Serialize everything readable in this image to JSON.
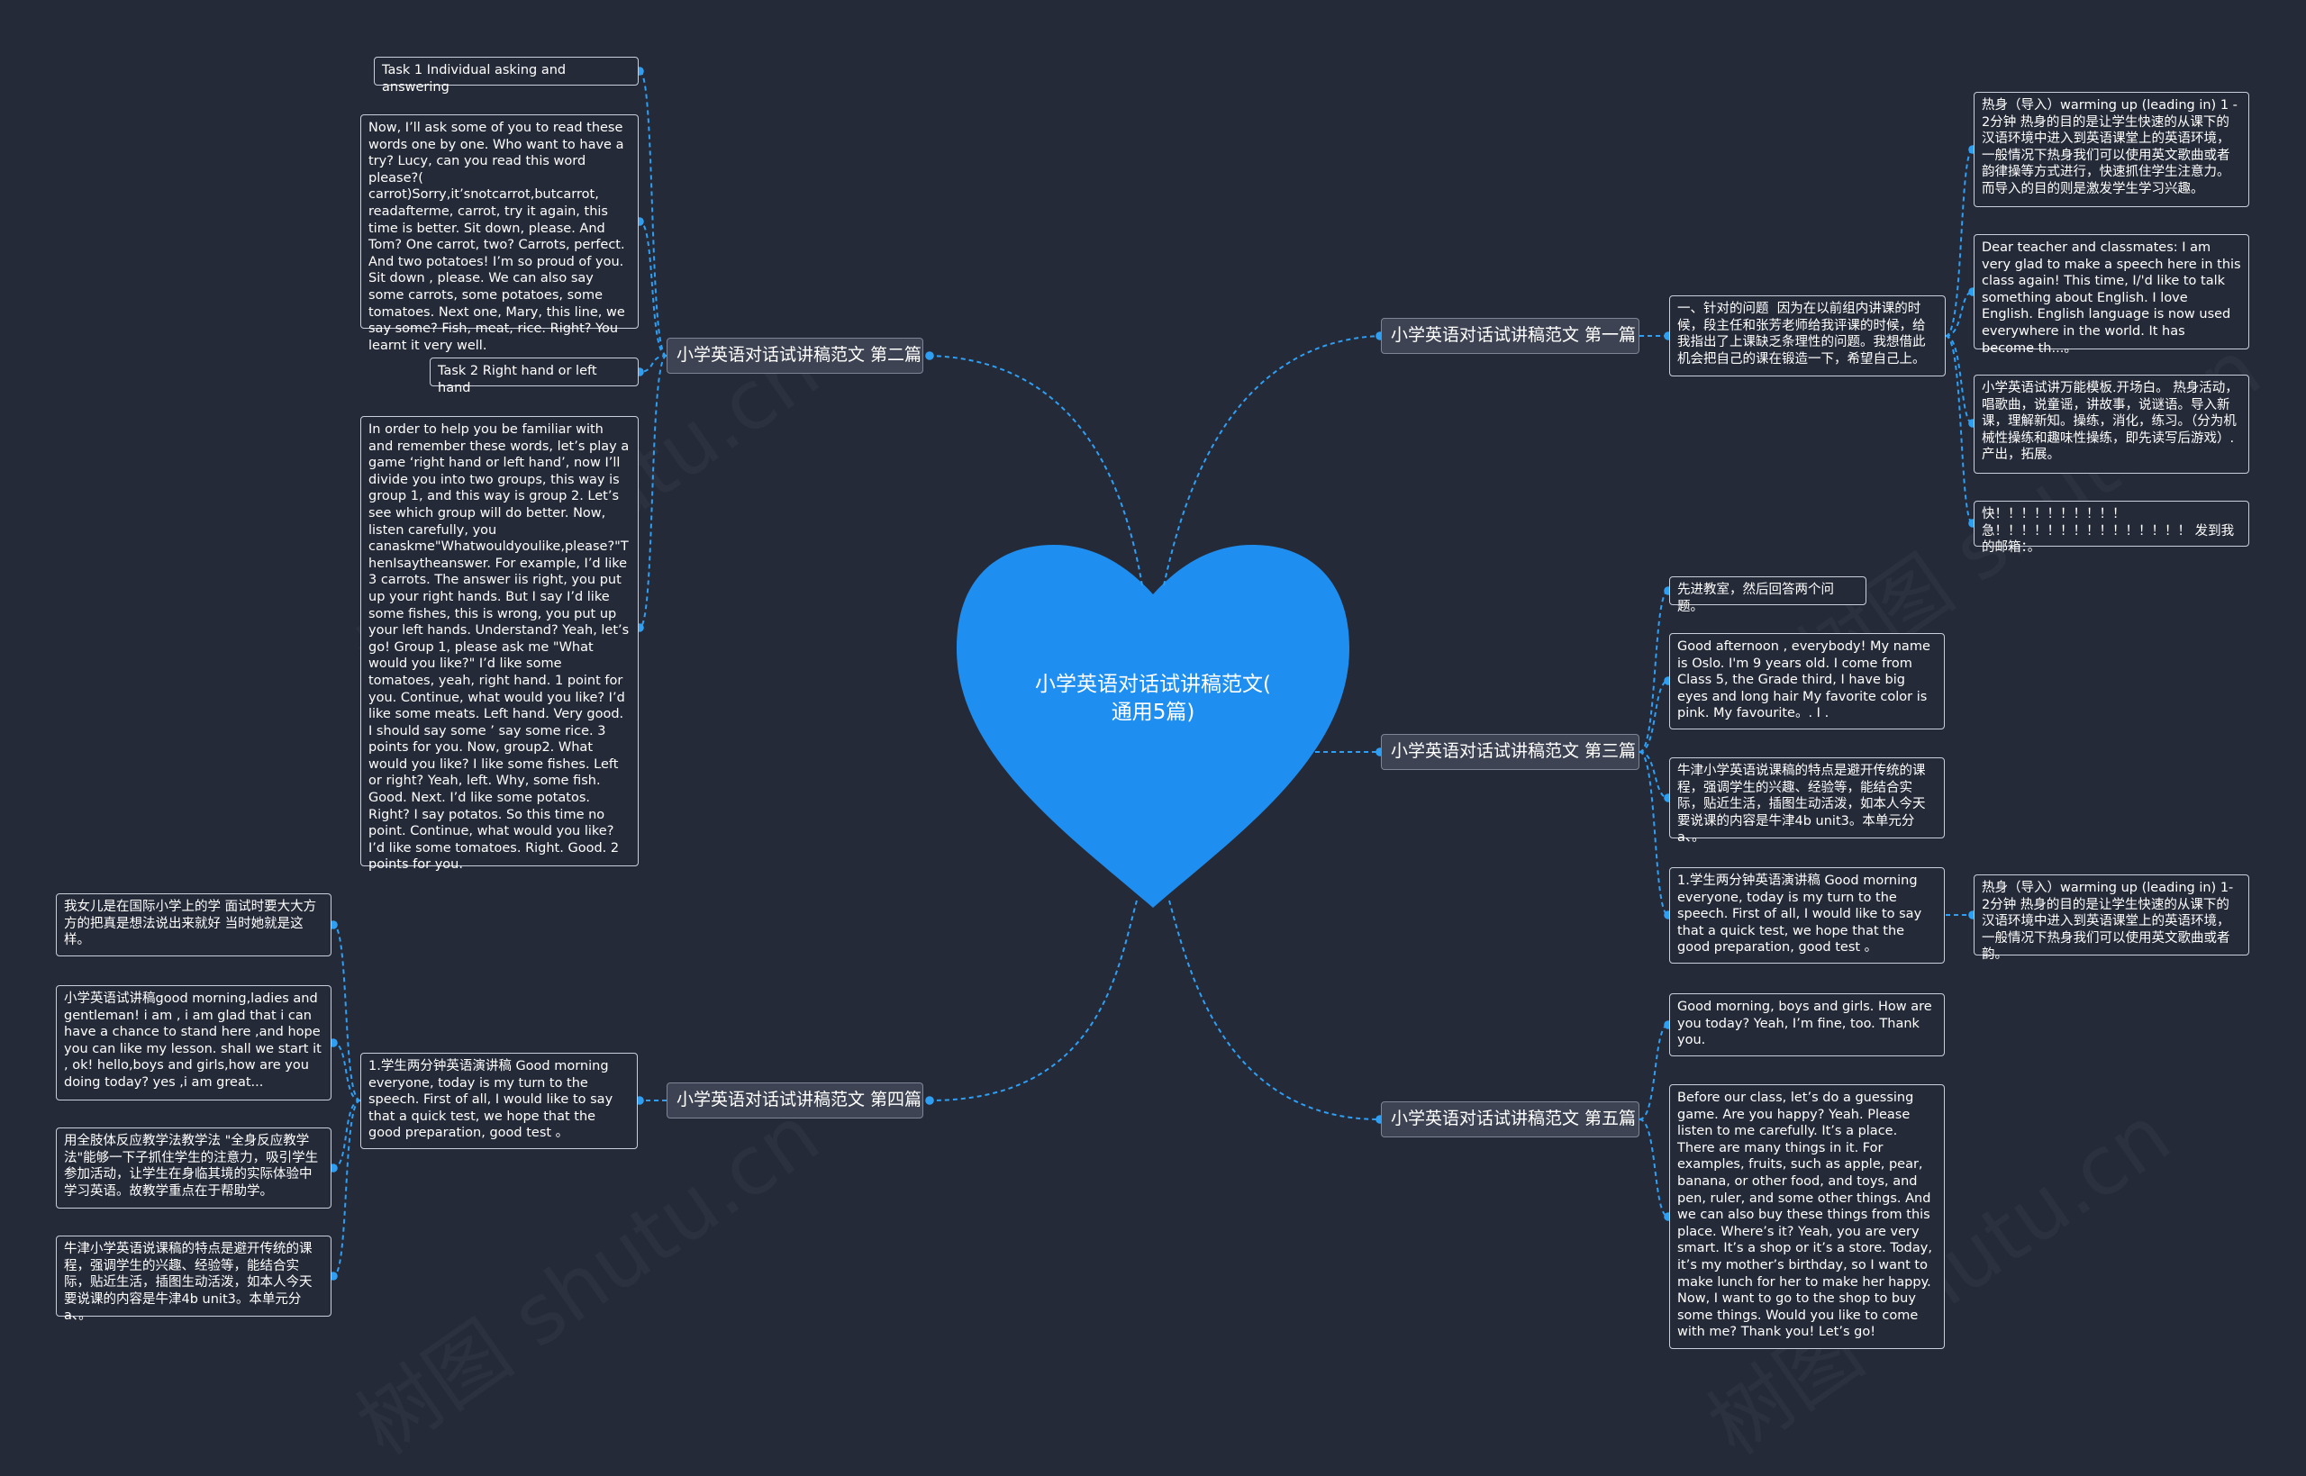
{
  "colors": {
    "background": "#252a38",
    "heart": "#1e8ff0",
    "connector": "#2f9ff3",
    "border": "#c9cfdb",
    "text": "#ffffff"
  },
  "center": {
    "title_line1": "小学英语对话试讲稿范文(",
    "title_line2": "通用5篇)"
  },
  "branches": [
    {
      "label": "小学英语对话试讲稿范文 第一篇"
    },
    {
      "label": "小学英语对话试讲稿范文 第二篇"
    },
    {
      "label": "小学英语对话试讲稿范文 第三篇"
    },
    {
      "label": "小学英语对话试讲稿范文 第四篇"
    },
    {
      "label": "小学英语对话试讲稿范文 第五篇"
    }
  ],
  "nodes": {
    "b1_mid": "一、针对的问题  因为在以前组内讲课的时候，段主任和张芳老师给我评课的时候，给我指出了上课缺乏条理性的问题。我想借此机会把自己的课在锻造一下，希望自己上。",
    "b1_leaf1": "热身（导入）warming up (leading in) 1 - 2分钟 热身的目的是让学生快速的从课下的汉语环境中进入到英语课堂上的英语环境，一般情况下热身我们可以使用英文歌曲或者韵律操等方式进行，快速抓住学生注意力。而导入的目的则是激发学生学习兴趣。",
    "b1_leaf2": "Dear teacher and classmates: I am very glad to make a speech here in this class again! This time, I/'d like to talk something about English. I love English. English language is now used everywhere in the world. It has become th...。",
    "b1_leaf3": "小学英语试讲万能模板.开场白。 热身活动，唱歌曲，说童谣，讲故事，说谜语。导入新课，理解新知。操练，消化，练习。（分为机械性操练和趣味性操练，即先读写后游戏）.产出，拓展。",
    "b1_leaf4": "快！！！！！！！！！！急！！！！！！！！！！！！！！！ 发到我的邮箱：。",
    "b2_leaf1": "Task 1 Individual asking and answering",
    "b2_leaf2": "Now, I’ll ask some of you to read these words one by one. Who want to have a try? Lucy, can you read this word please?( carrot)Sorry,it’snotcarrot,butcarrot, readafterme, carrot, try it again, this time is better. Sit down, please. And Tom? One carrot, two? Carrots, perfect. And two potatoes! I’m so proud of you. Sit down , please. We can also say some carrots, some potatoes, some tomatoes. Next one, Mary, this line, we say some? Fish, meat, rice. Right? You learnt it very well.",
    "b2_leaf3": "Task 2 Right hand or left hand",
    "b2_leaf4": "In order to help you be familiar with and remember these words, let’s play a game ‘right hand or left hand’, now I’ll divide you into two groups, this way is group 1, and this way is group 2. Let’s see which group will do better. Now, listen carefully, you canaskme\"Whatwouldyoulike,please?\"ThenIsaytheanswer. For example, I’d like 3 carrots. The answer iis right, you put up your right hands. But I say I’d like some fishes, this is wrong, you put up your left hands. Understand? Yeah, let’s go! Group 1, please ask me \"What would you like?\" I’d like some tomatoes, yeah, right hand. 1 point for you. Continue, what would you like? I’d like some meats. Left hand. Very good. I should say some ’ say some rice. 3 points for you. Now, group2. What would you like? I like some fishes. Left or right? Yeah, left. Why, some fish. Good. Next. I’d like some potatos. Right? I say potatos. So this time no point. Continue, what would you like? I’d like some tomatoes. Right. Good. 2 points for you.",
    "b3_leaf1": "先进教室，然后回答两个问题。",
    "b3_leaf2": "Good afternoon , everybody! My name is Oslo. I'm 9 years old. I come from Class 5, the Grade third, I have big eyes and long hair My favorite color is pink. My favourite。. I .",
    "b3_leaf3": "牛津小学英语说课稿的特点是避开传统的课程，强调学生的兴趣、经验等，能结合实际，贴近生活，插图生动活泼，如本人今天要说课的内容是牛津4b unit3。本单元分a、。",
    "b3_leaf4": "1.学生两分钟英语演讲稿 Good morning everyone, today is my turn to the speech. First of all, I would like to say that a quick test, we hope that the good preparation, good test 。",
    "b3_leaf4_child": "热身（导入）warming up (leading in) 1-2分钟 热身的目的是让学生快速的从课下的汉语环境中进入到英语课堂上的英语环境，一般情况下热身我们可以使用英文歌曲或者韵。",
    "b4_mid": "1.学生两分钟英语演讲稿 Good morning everyone, today is my turn to the speech. First of all, I would like to say that a quick test, we hope that the good preparation, good test 。",
    "b4_leaf1": "我女儿是在国际小学上的学 面试时要大大方方的把真是想法说出来就好 当时她就是这样。",
    "b4_leaf2": "小学英语试讲稿good morning,ladies and gentleman! i am , i am glad that i can have a chance to stand here ,and hope you can like my lesson. shall we start it , ok! hello,boys and girls,how are you doing today? yes ,i am great...",
    "b4_leaf3": "用全肢体反应教学法教学法 \"全身反应教学法\"能够一下子抓住学生的注意力，吸引学生参加活动，让学生在身临其境的实际体验中学习英语。故教学重点在于帮助学。",
    "b4_leaf4": "牛津小学英语说课稿的特点是避开传统的课程，强调学生的兴趣、经验等，能结合实际，贴近生活，插图生动活泼，如本人今天要说课的内容是牛津4b unit3。本单元分a、。",
    "b5_leaf1": "Good morning, boys and girls. How are you today? Yeah, I’m fine, too. Thank you.",
    "b5_leaf2": "Before our class, let’s do a guessing game. Are you happy? Yeah. Please listen to me carefully. It’s a place. There are many things in it. For examples, fruits, such as apple, pear, banana, or other food, and toys, and pen, ruler, and some other things. And we can also buy these things from this place. Where’s it? Yeah, you are very smart. It’s a shop or it’s a store. Today, it’s my mother’s birthday, so I want to make lunch for her to make her happy. Now, I want to go to the shop to buy some things. Would you like to come with me? Thank you! Let’s go!"
  }
}
